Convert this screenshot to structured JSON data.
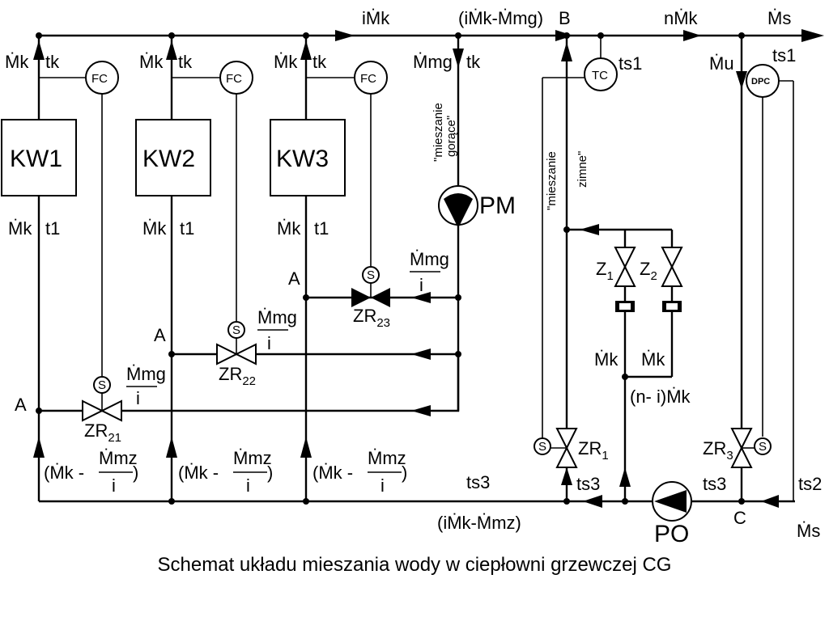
{
  "caption": "Schemat układu mieszania wody w ciepłowni grzewczej CG",
  "boilers": [
    "KW1",
    "KW2",
    "KW3"
  ],
  "controllers": {
    "fc": "FC",
    "tc": "TC",
    "dpc": "DPC"
  },
  "pumps": {
    "mixing": "PM",
    "circulation": "PO"
  },
  "valves": {
    "zr21": {
      "main": "ZR",
      "sub": "21"
    },
    "zr22": {
      "main": "ZR",
      "sub": "22"
    },
    "zr23": {
      "main": "ZR",
      "sub": "23"
    },
    "zr1": {
      "main": "ZR",
      "sub": "1"
    },
    "zr3": {
      "main": "ZR",
      "sub": "3"
    },
    "z1": {
      "main": "Z",
      "sub": "1"
    },
    "z2": {
      "main": "Z",
      "sub": "2"
    },
    "actuator": "S"
  },
  "nodes": {
    "a": "A",
    "b": "B",
    "c": "C"
  },
  "flows": {
    "top_total": "iṀk",
    "top_mixed": "(iṀk-Ṁmg)",
    "top_n": "nṀk",
    "top_s": "Ṁs",
    "boiler_out": "Ṁk",
    "boiler_in": "Ṁk",
    "mg": "Ṁmg",
    "mg_frac_num": "Ṁmg",
    "mg_frac_den": "i",
    "return_branch_a": "(Ṁk -",
    "return_branch_num": "Ṁmz",
    "return_branch_den": "i",
    "return_branch_close": ")",
    "bottom_total": "(iṀk-Ṁmz)",
    "cold_mk1": "Ṁk",
    "cold_mk2": "Ṁk",
    "n_minus_i": "(n- i)Ṁk",
    "mu": "Ṁu",
    "ms_in": "Ṁs"
  },
  "temps": {
    "tk": "tk",
    "t1": "t1",
    "ts1": "ts1",
    "ts2": "ts2",
    "ts3": "ts3"
  },
  "annotations": {
    "hot_mix_1": "\"mieszanie",
    "hot_mix_2": "gorące\"",
    "cold_mix_1": "\"mieszanie",
    "cold_mix_2": "zimne\""
  }
}
